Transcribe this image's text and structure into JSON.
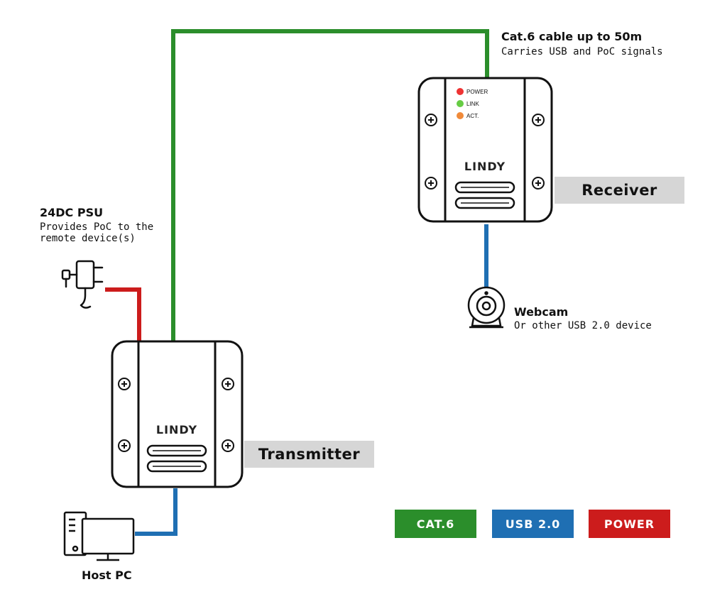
{
  "colors": {
    "cat6": "#2b8e2b",
    "usb": "#1f6fb3",
    "power": "#cc1c1c",
    "label_bg": "#d6d6d6",
    "led_power": "#ee3333",
    "led_link": "#66cc44",
    "led_act": "#f08a3a"
  },
  "cable": {
    "title": "Cat.6 cable up to 50m",
    "subtitle": "Carries USB and PoC signals"
  },
  "psu": {
    "title": "24DC PSU",
    "line1": "Provides PoC to the",
    "line2": "remote device(s)",
    "icon": "power-adapter-icon"
  },
  "receiver": {
    "label": "Receiver",
    "brand": "LINDY",
    "leds": [
      "POWER",
      "LINK",
      "ACT."
    ]
  },
  "transmitter": {
    "label": "Transmitter",
    "brand": "LINDY"
  },
  "webcam": {
    "title": "Webcam",
    "subtitle": "Or other USB 2.0 device",
    "icon": "webcam-icon"
  },
  "host": {
    "label": "Host PC",
    "icon": "desktop-pc-icon"
  },
  "legend": {
    "cat6": "CAT.6",
    "usb": "USB 2.0",
    "power": "POWER"
  }
}
